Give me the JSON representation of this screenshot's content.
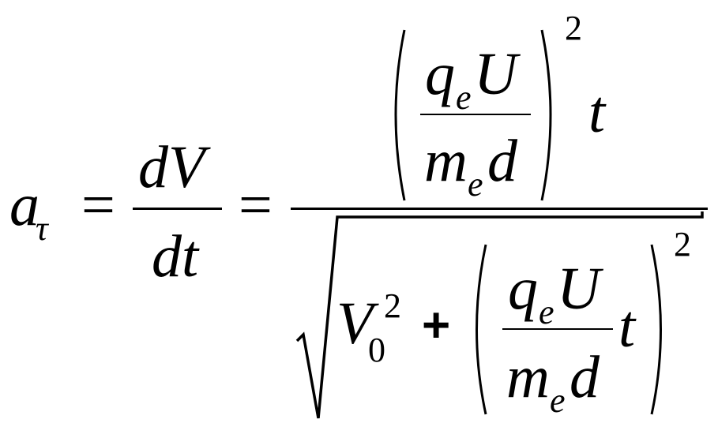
{
  "formula": {
    "lhs": {
      "a": "a",
      "tau": "τ"
    },
    "equals": "=",
    "derivative": {
      "numerator": "dV",
      "denominator": "dt"
    },
    "fraction_inner": {
      "q": "q",
      "e": "e",
      "U": "U",
      "m": "m",
      "d": "d"
    },
    "exponent": "2",
    "t": "t",
    "V": "V",
    "zero": "0",
    "plus": "+"
  }
}
